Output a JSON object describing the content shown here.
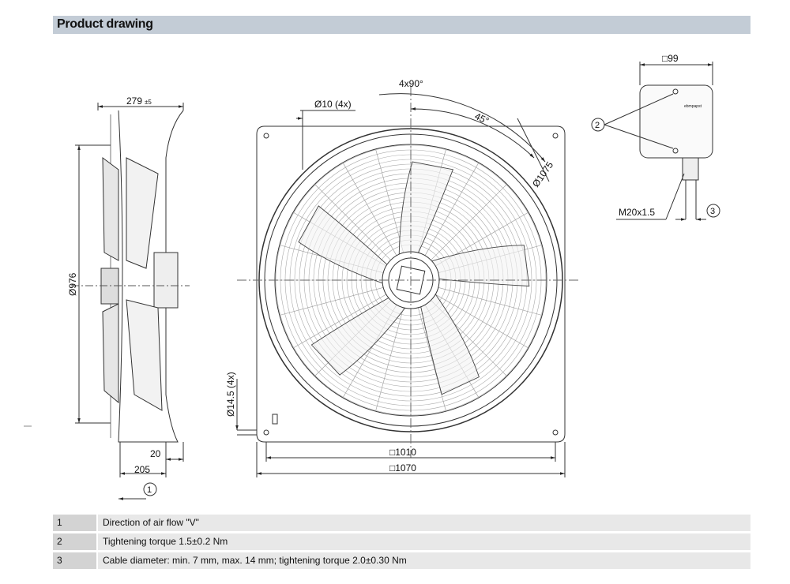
{
  "header": {
    "title": "Product drawing"
  },
  "drawing": {
    "side": {
      "depth": "279",
      "depth_tol": "±5",
      "diameter": "Ø976",
      "dim_20": "20",
      "dim_205": "205",
      "callout_1": "1"
    },
    "front": {
      "angle_4x90": "4x90°",
      "angle_45": "45°",
      "hole_d10": "Ø10 (4x)",
      "diameter_1075": "Ø1075",
      "hole_d14_5": "Ø14.5 (4x)",
      "square_1010": "□1010",
      "square_1070": "□1070"
    },
    "terminal_box": {
      "square_99": "□99",
      "callout_2": "2",
      "callout_3": "3",
      "gland": "M20x1.5",
      "logo": "ebmpapst"
    }
  },
  "legend": [
    {
      "num": "1",
      "text": "Direction of air flow \"V\""
    },
    {
      "num": "2",
      "text": "Tightening torque 1.5±0.2 Nm"
    },
    {
      "num": "3",
      "text": "Cable diameter: min. 7 mm, max. 14 mm; tightening torque 2.0±0.30 Nm"
    }
  ]
}
